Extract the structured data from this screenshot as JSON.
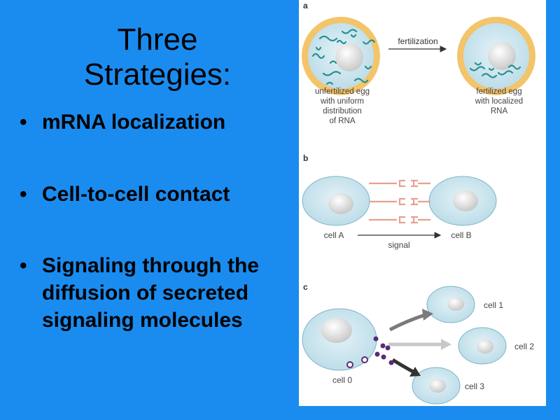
{
  "slide": {
    "title_line1": "Three",
    "title_line2": "Strategies:",
    "bullets": [
      {
        "text": "mRNA localization"
      },
      {
        "text": "Cell-to-cell contact"
      },
      {
        "text": "Signaling through the diffusion of secreted signaling molecules"
      }
    ]
  },
  "figure": {
    "panel_a": {
      "label": "a",
      "arrow_label": "fertilization",
      "left_caption": [
        "unfertilized egg",
        "with uniform",
        "distribution",
        "of RNA"
      ],
      "right_caption": [
        "fertilized egg",
        "with localized",
        "RNA"
      ]
    },
    "panel_b": {
      "label": "b",
      "cell_a": "cell A",
      "cell_b": "cell B",
      "arrow_label": "signal"
    },
    "panel_c": {
      "label": "c",
      "cell0": "cell 0",
      "cell1": "cell 1",
      "cell2": "cell 2",
      "cell3": "cell 3"
    }
  },
  "colors": {
    "background": "#1a8cf0",
    "cell_fill": "#cfe7ef",
    "cell_stroke": "#7fb3c6",
    "nucleus": "#e6e6e6",
    "egg_ring": "#f3c46a",
    "rna": "#2a8f8f",
    "receptor": "#e8a090",
    "molecule": "#5a2a7a"
  }
}
